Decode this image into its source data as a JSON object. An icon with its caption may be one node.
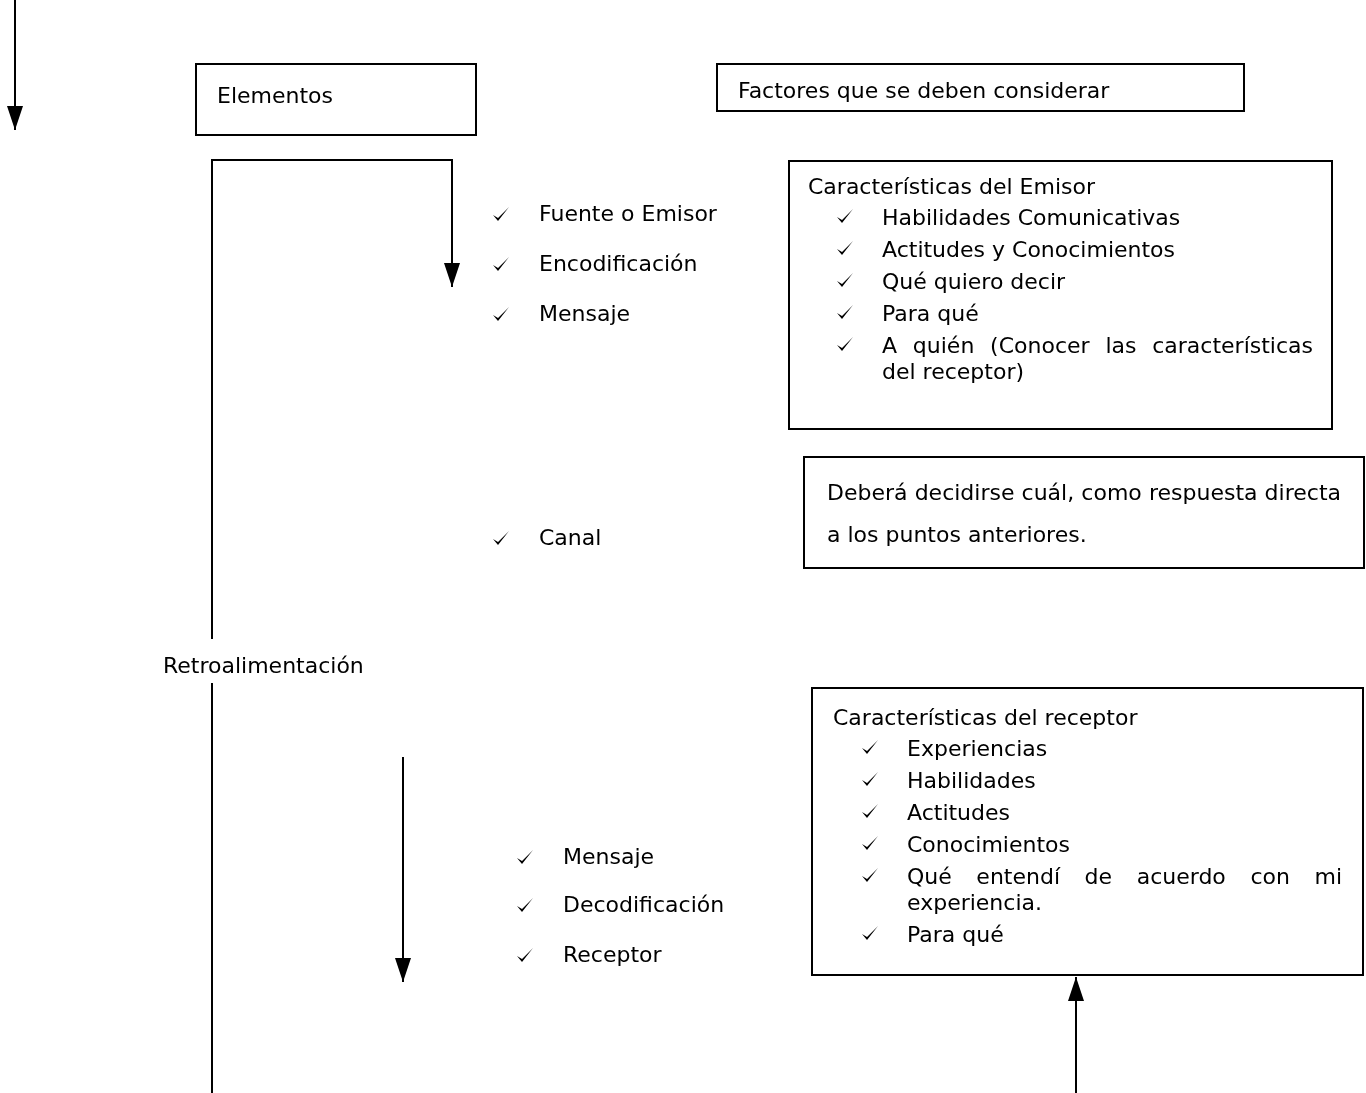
{
  "diagram": {
    "nodes": [
      {
        "text": [
          "Elementos"
        ]
      },
      {
        "text": [
          "Factores que se deben considerar"
        ]
      },
      {
        "text": [
          "Características del Emisor",
          "Habilidades Comunicativas",
          "Actitudes y Conocimientos",
          "Qué quiero decir",
          "Para qué",
          "A quién (Conocer las características del receptor)"
        ]
      },
      {
        "text": [
          "Deberá decidirse cuál, como respuesta directa a los puntos anteriores."
        ]
      },
      {
        "text": [
          "Características del receptor",
          "Experiencias",
          "Habilidades",
          "Actitudes",
          "Conocimientos",
          "Qué entendí de acuerdo con mi experiencia.",
          "Para qué"
        ]
      },
      {
        "text": [
          "Retroalimentación"
        ]
      }
    ],
    "edges": [
      {
        "from": 5,
        "to": null,
        "arrow": "to"
      },
      {
        "from": 5,
        "to": null,
        "arrow": "none"
      },
      {
        "from": null,
        "to": 4,
        "arrow": "to"
      }
    ],
    "labels": [
      "Fuente o Emisor",
      "Encodificación",
      "Mensaje",
      "Canal",
      "Mensaje",
      "Decodificación",
      "Receptor"
    ]
  }
}
